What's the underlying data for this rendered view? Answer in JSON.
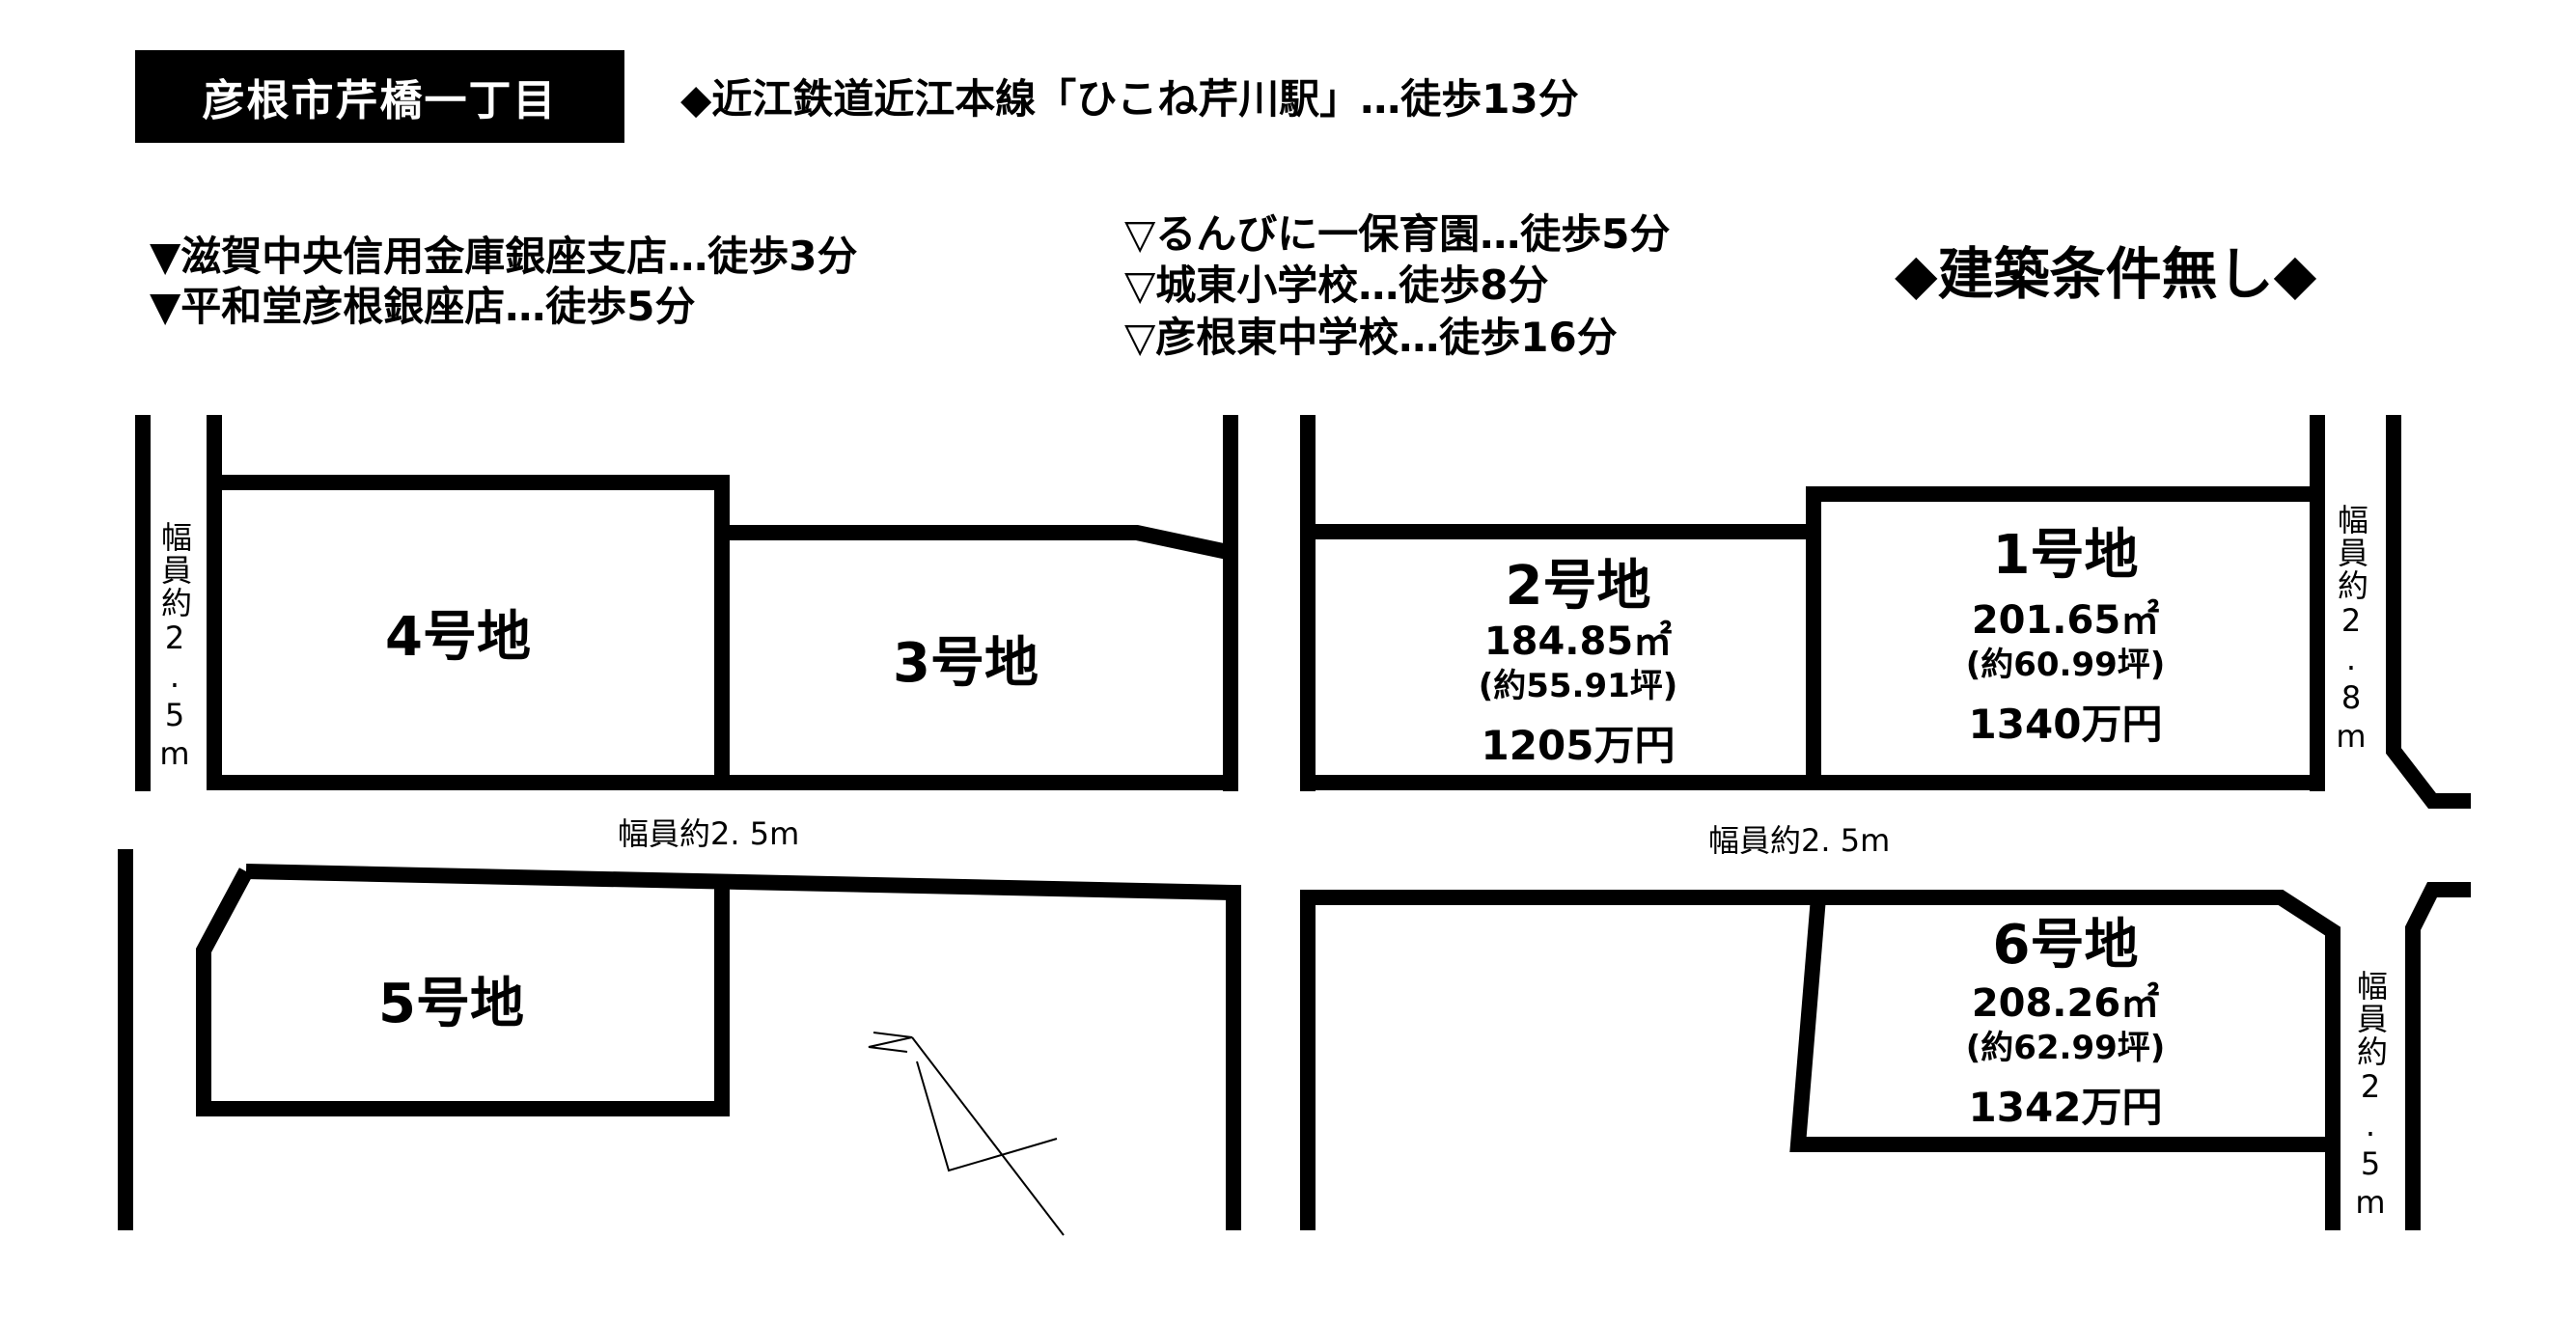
{
  "header": {
    "location": "彦根市芹橋一丁目",
    "station": "◆近江鉄道近江本線「ひこね芹川駅」…徒歩13分"
  },
  "nearby_left": [
    "▼滋賀中央信用金庫銀座支店…徒歩3分",
    "▼平和堂彦根銀座店…徒歩5分"
  ],
  "nearby_center": [
    "▽るんびに一保育園…徒歩5分",
    "▽城東小学校…徒歩8分",
    "▽彦根東中学校…徒歩16分"
  ],
  "condition": "◆建築条件無し◆",
  "lots": {
    "lot1": {
      "label": "1号地",
      "area": "201.65㎡",
      "tsubo": "(約60.99坪)",
      "price": "1340万円"
    },
    "lot2": {
      "label": "2号地",
      "area": "184.85㎡",
      "tsubo": "(約55.91坪)",
      "price": "1205万円"
    },
    "lot3": {
      "label": "3号地"
    },
    "lot4": {
      "label": "4号地"
    },
    "lot5": {
      "label": "5号地"
    },
    "lot6": {
      "label": "6号地",
      "area": "208.26㎡",
      "tsubo": "(約62.99坪)",
      "price": "1342万円"
    }
  },
  "roads": {
    "left_vertical": "幅員約2.5m",
    "center_left": "幅員約2. 5m",
    "center_right": "幅員約2. 5m",
    "right_upper": "幅員約2.8m",
    "right_lower": "幅員約2.5m"
  },
  "colors": {
    "line": "#000000",
    "background": "#ffffff",
    "title_bg": "#000000",
    "title_text": "#ffffff"
  },
  "icons": {
    "compass": "north-arrow-icon"
  }
}
